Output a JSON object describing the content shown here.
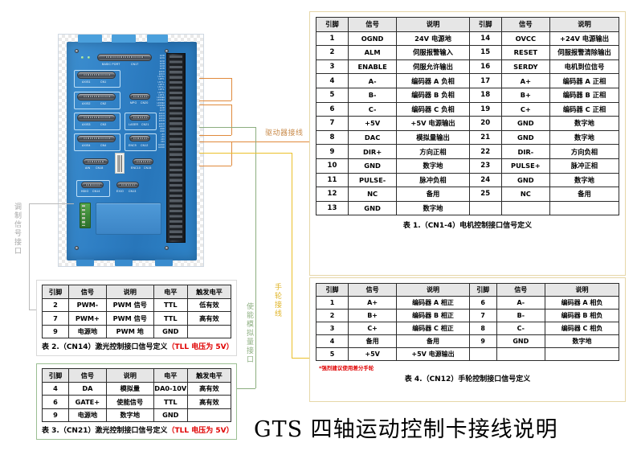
{
  "title": "GTS 四轴运动控制卡接线说明",
  "board": {
    "connectors": [
      {
        "name": "BASIC PORT",
        "code": "CN17"
      },
      {
        "name": "AXIS1",
        "code": "CN1"
      },
      {
        "name": "AXIS2",
        "code": "CN2"
      },
      {
        "name": "MPG",
        "code": "CN20"
      },
      {
        "name": "AXIS3",
        "code": "CN3"
      },
      {
        "name": "LASER",
        "code": "CN21"
      },
      {
        "name": "AXIS4",
        "code": "CN4"
      },
      {
        "name": "ENC9",
        "code": "CN12"
      },
      {
        "name": "AIN",
        "code": "CN18"
      },
      {
        "name": "ENC10",
        "code": "CN15"
      },
      {
        "name": "HDIO",
        "code": "CN14"
      },
      {
        "name": "EXIO",
        "code": "CN13"
      }
    ],
    "terminal_labels": "EXI0\nEXI1\nEXI2\nEXI3\nEXI4\nEXI5\nEXO0\nEXO1\nLMT0+\nLMT0-\nLMT1+\nLMT1-\nLMT2+\nLMT2-\nLMT3+\nLMT3-\nHOME0\nHOME1\nHOME2\nHOME3\nEXI6\nEXI7\nEXO2\nEXO3\nEXO4\nEXO5\nEXO6\nEXO7\nGND\nGND\n+5V\n+5V\n24V\n24V\nEGND\nEGND"
  },
  "annotations": {
    "driver_wiring": "驱动器接线",
    "handwheel_wiring": "手轮接线",
    "modulation_interface": "调制信号接口",
    "enable_analog_interface": "使能模拟量接口"
  },
  "table1": {
    "caption": "表 1.（CN1-4）电机控制接口信号定义",
    "headers": [
      "引脚",
      "信号",
      "说明",
      "引脚",
      "信号",
      "说明"
    ],
    "rows": [
      [
        "1",
        "OGND",
        "24V 电源地",
        "14",
        "OVCC",
        "+24V 电源输出"
      ],
      [
        "2",
        "ALM",
        "伺服报警输入",
        "15",
        "RESET",
        "伺服报警清除输出"
      ],
      [
        "3",
        "ENABLE",
        "伺服允许输出",
        "16",
        "SERDY",
        "电机到位信号"
      ],
      [
        "4",
        "A-",
        "编码器 A 负相",
        "17",
        "A+",
        "编码器 A 正相"
      ],
      [
        "5",
        "B-",
        "编码器 B 负相",
        "18",
        "B+",
        "编码器 B 正相"
      ],
      [
        "6",
        "C-",
        "编码器 C 负相",
        "19",
        "C+",
        "编码器 C 正相"
      ],
      [
        "7",
        "+5V",
        "+5V 电源输出",
        "20",
        "GND",
        "数字地"
      ],
      [
        "8",
        "DAC",
        "模拟量输出",
        "21",
        "GND",
        "数字地"
      ],
      [
        "9",
        "DIR+",
        "方向正相",
        "22",
        "DIR-",
        "方向负相"
      ],
      [
        "10",
        "GND",
        "数字地",
        "23",
        "PULSE+",
        "脉冲正相"
      ],
      [
        "11",
        "PULSE-",
        "脉冲负相",
        "24",
        "GND",
        "数字地"
      ],
      [
        "12",
        "NC",
        "备用",
        "25",
        "NC",
        "备用"
      ],
      [
        "13",
        "GND",
        "数字地",
        "",
        "",
        ""
      ]
    ]
  },
  "table4": {
    "caption": "表 4.（CN12）手轮控制接口信号定义",
    "note": "*强烈建议使用差分手轮",
    "headers": [
      "引脚",
      "信号",
      "说明",
      "引脚",
      "信号",
      "说明"
    ],
    "rows": [
      [
        "1",
        "A+",
        "编码器 A 相正",
        "6",
        "A-",
        "编码器 A 相负"
      ],
      [
        "2",
        "B+",
        "编码器 B 相正",
        "7",
        "B-",
        "编码器 B 相负"
      ],
      [
        "3",
        "C+",
        "编码器 C 相正",
        "8",
        "C-",
        "编码器 C 相负"
      ],
      [
        "4",
        "备用",
        "备用",
        "9",
        "GND",
        "数字地"
      ],
      [
        "5",
        "+5V",
        "+5V 电源输出",
        "",
        "",
        ""
      ]
    ]
  },
  "table2": {
    "caption_main": "表 2.（CN14）激光控制接口信号定义",
    "caption_red": "（TLL 电压为 5V）",
    "headers": [
      "引脚",
      "信号",
      "说明",
      "电平",
      "触发电平"
    ],
    "rows": [
      [
        "2",
        "PWM-",
        "PWM 信号",
        "TTL",
        "低有效"
      ],
      [
        "7",
        "PWM+",
        "PWM 信号",
        "TTL",
        "高有效"
      ],
      [
        "9",
        "电源地",
        "PWM 地",
        "GND",
        ""
      ]
    ]
  },
  "table3": {
    "caption_main": "表 3.（CN21）激光控制接口信号定义",
    "caption_red": "（TLL 电压为 5V）",
    "headers": [
      "引脚",
      "信号",
      "说明",
      "电平",
      "触发电平"
    ],
    "rows": [
      [
        "4",
        "DA",
        "模拟量",
        "DA0-10V",
        "高有效"
      ],
      [
        "6",
        "GATE+",
        "使能信号",
        "TTL",
        "高有效"
      ],
      [
        "9",
        "电源地",
        "数字地",
        "GND",
        ""
      ]
    ]
  },
  "colors": {
    "wire_orange": "#e08a3c",
    "wire_green": "#8cae7f",
    "wire_yellow": "#ebc02a",
    "wire_grey": "#b9b9b9",
    "card_gold": "#e6d7a8",
    "card_green": "#9bbf93",
    "label_orange": "#c98b4b",
    "label_yellow": "#e0b52a",
    "label_green": "#8fb083",
    "label_grey": "#a8a8a8",
    "red_note": "#e00000",
    "header_bg": "#e6e6e6"
  }
}
